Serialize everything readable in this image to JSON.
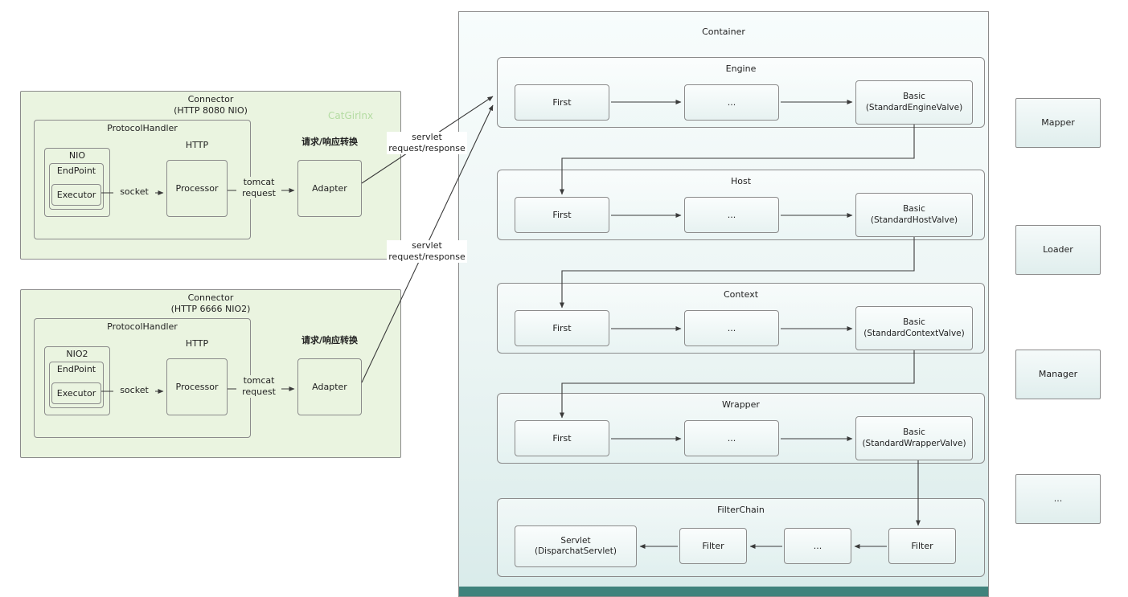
{
  "watermark": "CatGirlnx",
  "colors": {
    "connector_fill": "#eaf4e0",
    "container_fill_top": "#f7fcfc",
    "container_fill_bottom": "#d9ebea",
    "container_bottom_bar": "#3f837c",
    "line": "#3a3a3a"
  },
  "connectors": [
    {
      "title": "Connector\n(HTTP 8080 NIO)",
      "protocol_handler_title": "ProtocolHandler",
      "nio_label": "NIO",
      "endpoint_label": "EndPoint",
      "executor_label": "Executor",
      "http_label": "HTTP",
      "processor_label": "Processor",
      "socket_label": "socket",
      "tomcat_request_label": "tomcat\nrequest",
      "adapter_caption": "请求/响应转换",
      "adapter_label": "Adapter"
    },
    {
      "title": "Connector\n(HTTP 6666 NIO2)",
      "protocol_handler_title": "ProtocolHandler",
      "nio_label": "NIO2",
      "endpoint_label": "EndPoint",
      "executor_label": "Executor",
      "http_label": "HTTP",
      "processor_label": "Processor",
      "socket_label": "socket",
      "tomcat_request_label": "tomcat\nrequest",
      "adapter_caption": "请求/响应转换",
      "adapter_label": "Adapter"
    }
  ],
  "servlet_request_labels": {
    "top": "servlet\nrequest/response",
    "bottom": "servlet\nrequest/response"
  },
  "container": {
    "title": "Container",
    "pipelines": [
      {
        "title": "Engine",
        "first": "First",
        "middle": "...",
        "basic": "Basic\n(StandardEngineValve)"
      },
      {
        "title": "Host",
        "first": "First",
        "middle": "...",
        "basic": "Basic\n(StandardHostValve)"
      },
      {
        "title": "Context",
        "first": "First",
        "middle": "...",
        "basic": "Basic\n(StandardContextValve)"
      },
      {
        "title": "Wrapper",
        "first": "First",
        "middle": "...",
        "basic": "Basic\n(StandardWrapperValve)"
      }
    ],
    "filter_chain": {
      "title": "FilterChain",
      "servlet": "Servlet\n(DisparchatServlet)",
      "filter_left": "Filter",
      "middle": "...",
      "filter_right": "Filter"
    }
  },
  "side_boxes": [
    "Mapper",
    "Loader",
    "Manager",
    "..."
  ]
}
